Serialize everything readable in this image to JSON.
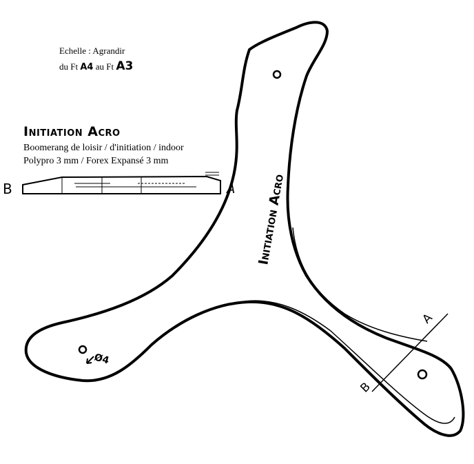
{
  "scale": {
    "line1": "Echelle : Agrandir",
    "du_ft": "du Ft",
    "from_format": "A4",
    "au_ft": "au Ft",
    "to_format": "A3"
  },
  "title": "Initiation Acro",
  "subtitle1": "Boomerang de loisir / d'initiation / indoor",
  "subtitle2": "Polypro 3 mm / Forex Expansé 3 mm",
  "profile": {
    "left_label": "B",
    "right_label": "A"
  },
  "boomerang": {
    "arm_text": "Initiation Acro",
    "cut_label_a": "A",
    "cut_label_b": "B",
    "hole_label": "Ø4"
  }
}
